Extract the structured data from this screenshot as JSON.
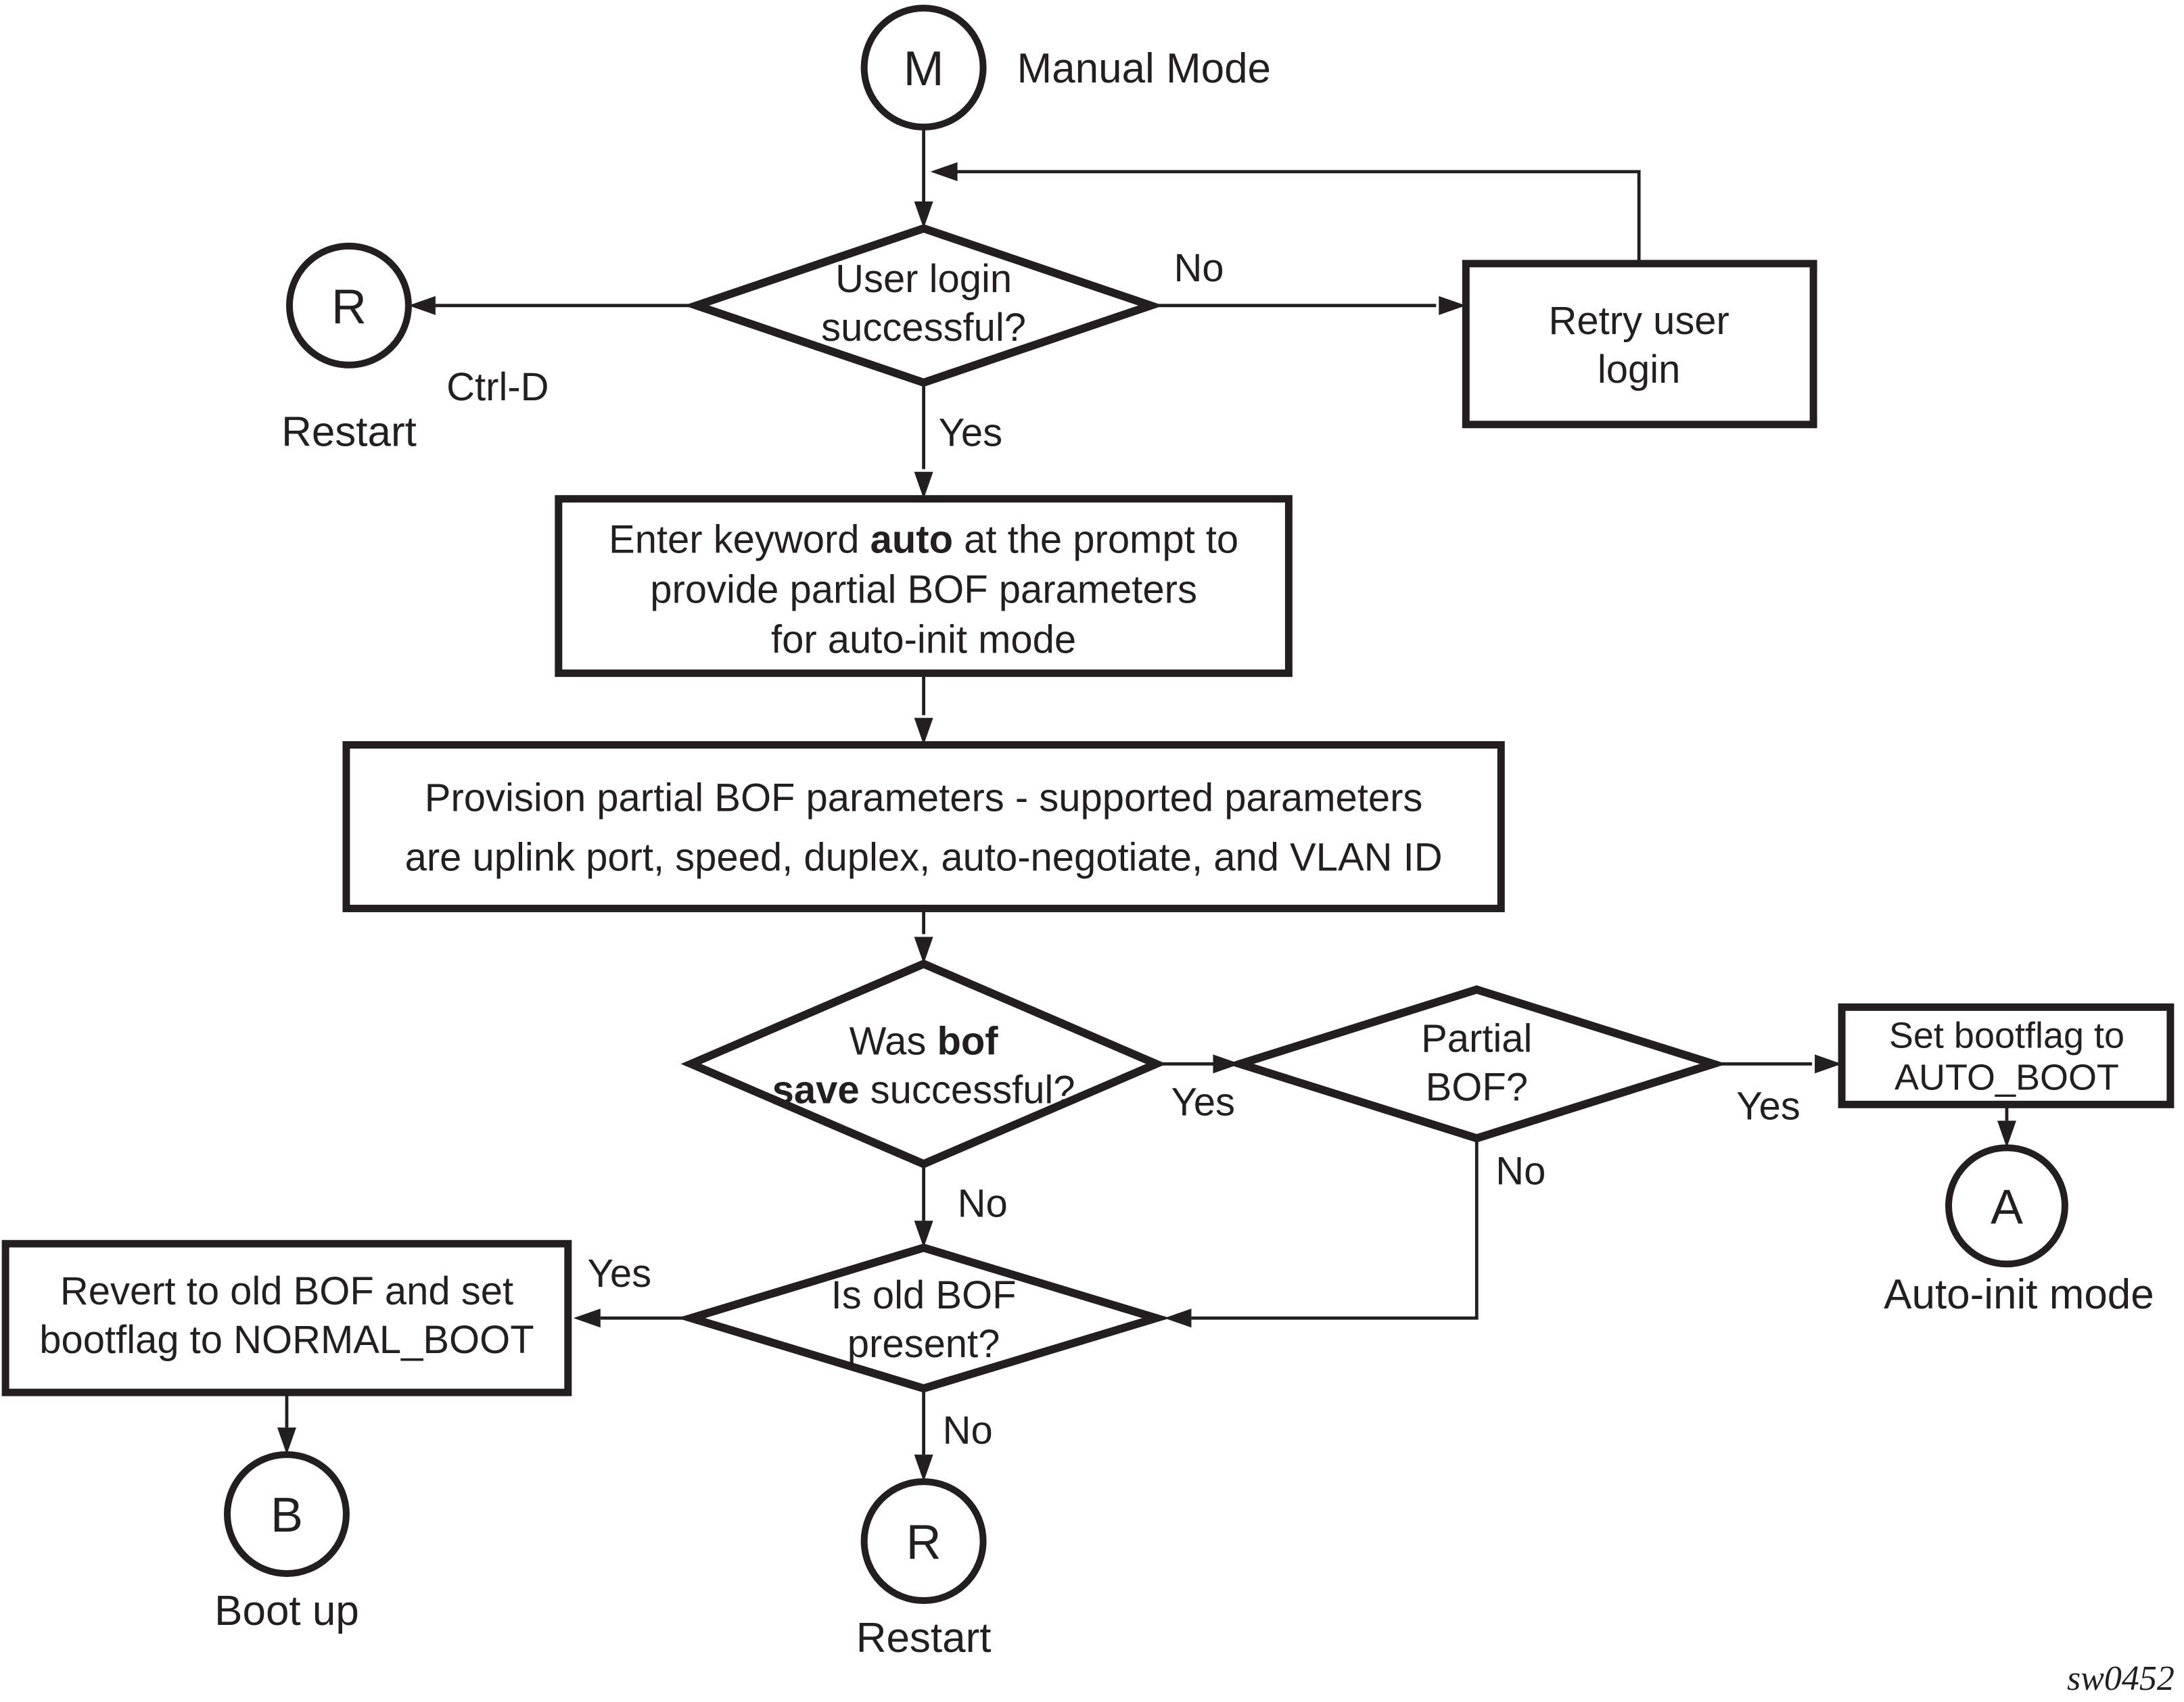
{
  "colors": {
    "ink": "#231f20",
    "background": "#ffffff"
  },
  "nodes": {
    "manual_mode": {
      "letter": "M",
      "caption": "Manual Mode"
    },
    "restart_top": {
      "letter": "R",
      "caption": "Restart"
    },
    "user_login_diamond": {
      "line1": "User login",
      "line2": "successful?"
    },
    "retry_box": {
      "line1": "Retry user",
      "line2": "login"
    },
    "enter_auto_box": {
      "line1_pre": "Enter keyword ",
      "line1_bold": "auto",
      "line1_post": " at the prompt to",
      "line2": "provide partial BOF parameters",
      "line3": "for auto-init mode"
    },
    "provision_box": {
      "line1": "Provision partial BOF parameters - supported parameters",
      "line2": "are uplink port, speed, duplex, auto-negotiate, and VLAN ID"
    },
    "bof_save_diamond": {
      "line1_pre": "Was ",
      "line1_bold": "bof",
      "line2_bold": "save",
      "line2_post": " successful?"
    },
    "partial_bof_diamond": {
      "line1": "Partial",
      "line2": "BOF?"
    },
    "set_bootflag_box": {
      "line1": "Set bootflag to",
      "line2": "AUTO_BOOT"
    },
    "auto_init": {
      "letter": "A",
      "caption": "Auto-init mode"
    },
    "old_bof_diamond": {
      "line1": "Is old BOF",
      "line2": "present?"
    },
    "revert_box": {
      "line1": "Revert to old BOF and set",
      "line2": "bootflag to NORMAL_BOOT"
    },
    "boot_up": {
      "letter": "B",
      "caption": "Boot up"
    },
    "restart_bottom": {
      "letter": "R",
      "caption": "Restart"
    }
  },
  "edge_labels": {
    "login_no": "No",
    "login_ctrl_d": "Ctrl-D",
    "login_yes": "Yes",
    "bof_save_yes": "Yes",
    "bof_save_no": "No",
    "partial_yes": "Yes",
    "partial_no": "No",
    "old_bof_yes": "Yes",
    "old_bof_no": "No"
  },
  "watermark": "sw0452"
}
